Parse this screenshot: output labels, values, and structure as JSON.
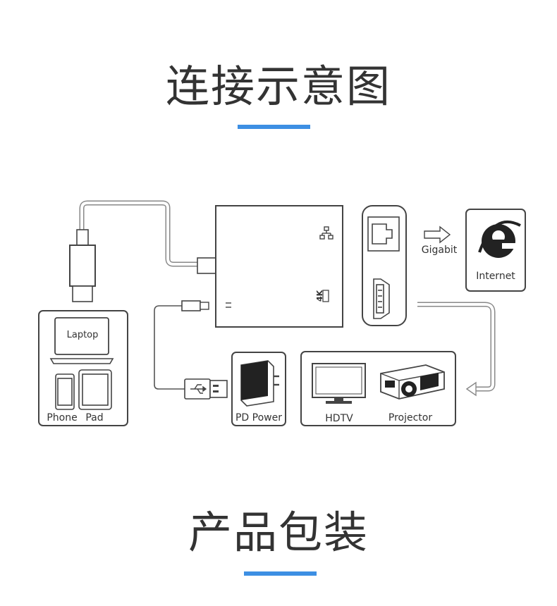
{
  "headings": {
    "connection": "连接示意图",
    "packaging": "产品包装"
  },
  "colors": {
    "accent": "#3d8fe3",
    "outline": "#444444",
    "cable": "#888888"
  },
  "devices": {
    "laptop": "Laptop",
    "phone": "Phone",
    "pad": "Pad",
    "pd_power": "PD Power",
    "hdtv": "HDTV",
    "projector": "Projector",
    "internet": "Internet",
    "gigabit": "Gigabit"
  },
  "hub": {
    "video_mark": "4K"
  },
  "icons": {
    "network": "ethernet-network-icon",
    "internet": "internet-explorer-icon",
    "usb": "usb-trident-icon",
    "arrow": "hollow-arrow-icon"
  }
}
